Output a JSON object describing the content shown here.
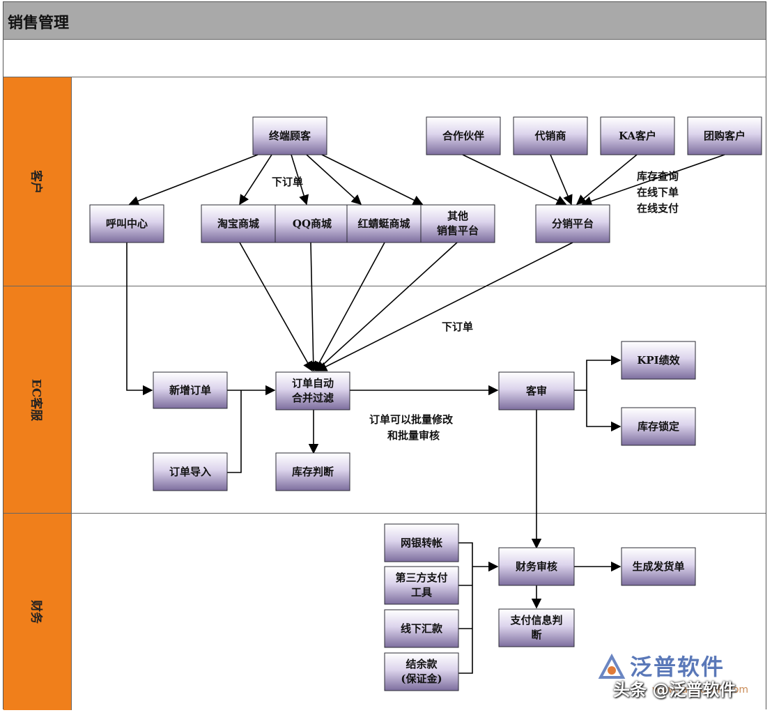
{
  "title": "销售管理",
  "lanes": [
    {
      "id": "customer",
      "label": "客户"
    },
    {
      "id": "ec",
      "label": "EC客服"
    },
    {
      "id": "finance",
      "label": "财务"
    }
  ],
  "nodes": {
    "end_customer": "终端顾客",
    "partner": "合作伙伴",
    "agent": "代销商",
    "ka_customer": "KA客户",
    "group_buy": "团购客户",
    "call_center": "呼叫中心",
    "taobao": "淘宝商城",
    "qq_mall": "QQ商城",
    "dragonfly": "红蜻蜓商城",
    "other_platform": [
      "其他",
      "销售平台"
    ],
    "distribution": "分销平台",
    "new_order": "新增订单",
    "order_merge": [
      "订单自动",
      "合并过滤"
    ],
    "review": "客审",
    "kpi": "KPI绩效",
    "stock_lock": "库存锁定",
    "order_import": "订单导入",
    "stock_check": "库存判断",
    "bank_transfer": "网银转帐",
    "third_party": [
      "第三方支付",
      "工具"
    ],
    "offline": "线下汇款",
    "balance": [
      "结余款",
      "(保证金)"
    ],
    "finance_review": "财务审核",
    "delivery": "生成发货单",
    "payment_check": [
      "支付信息判",
      "断"
    ]
  },
  "labels": {
    "place_order_top": "下订单",
    "place_order_mid": "下订单",
    "distribution_notes": [
      "库存查询",
      "在线下单",
      "在线支付"
    ],
    "batch_note": [
      "订单可以批量修改",
      "和批量审核"
    ]
  },
  "watermark": {
    "brand": "泛普软件",
    "credit": "头条 @泛普软件",
    "url": "www.fanpusoft.com"
  }
}
